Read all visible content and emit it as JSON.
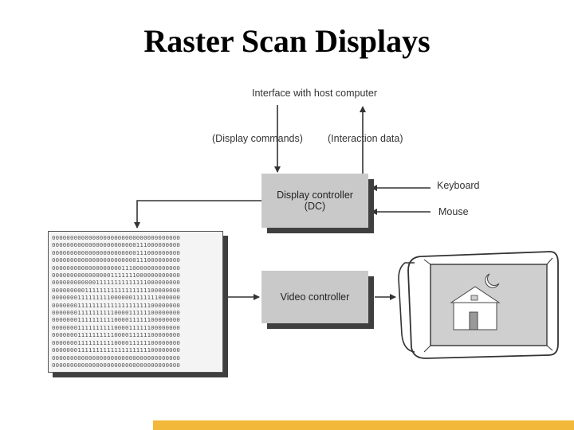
{
  "title": "Raster Scan Displays",
  "diagram": {
    "interface_label": "Interface with host computer",
    "display_commands_label": "(Display commands)",
    "interaction_data_label": "(Interaction data)",
    "keyboard_label": "Keyboard",
    "mouse_label": "Mouse",
    "display_controller": {
      "line1": "Display controller",
      "line2": "(DC)"
    },
    "video_controller": "Video controller",
    "frame_buffer_rows": [
      "00000000000000000000000000000000000",
      "00000000000000000000000111000000000",
      "00000000000000000000000111000000000",
      "00000000000000000000000111000000000",
      "00000000000000000001110000000000000",
      "00000000000000001111111000000000000",
      "00000000000011111111111111000000000",
      "00000000011111111111111111100000000",
      "00000001111111110000001111111000000",
      "00000001111111111111111111100000000",
      "00000001111111111000011111100000000",
      "00000001111111111000011111100000000",
      "00000001111111111000011111100000000",
      "00000001111111111000011111100000000",
      "00000001111111111000011111100000000",
      "00000001111111111111111111100000000",
      "00000000000000000000000000000000000",
      "00000000000000000000000000000000000"
    ]
  }
}
